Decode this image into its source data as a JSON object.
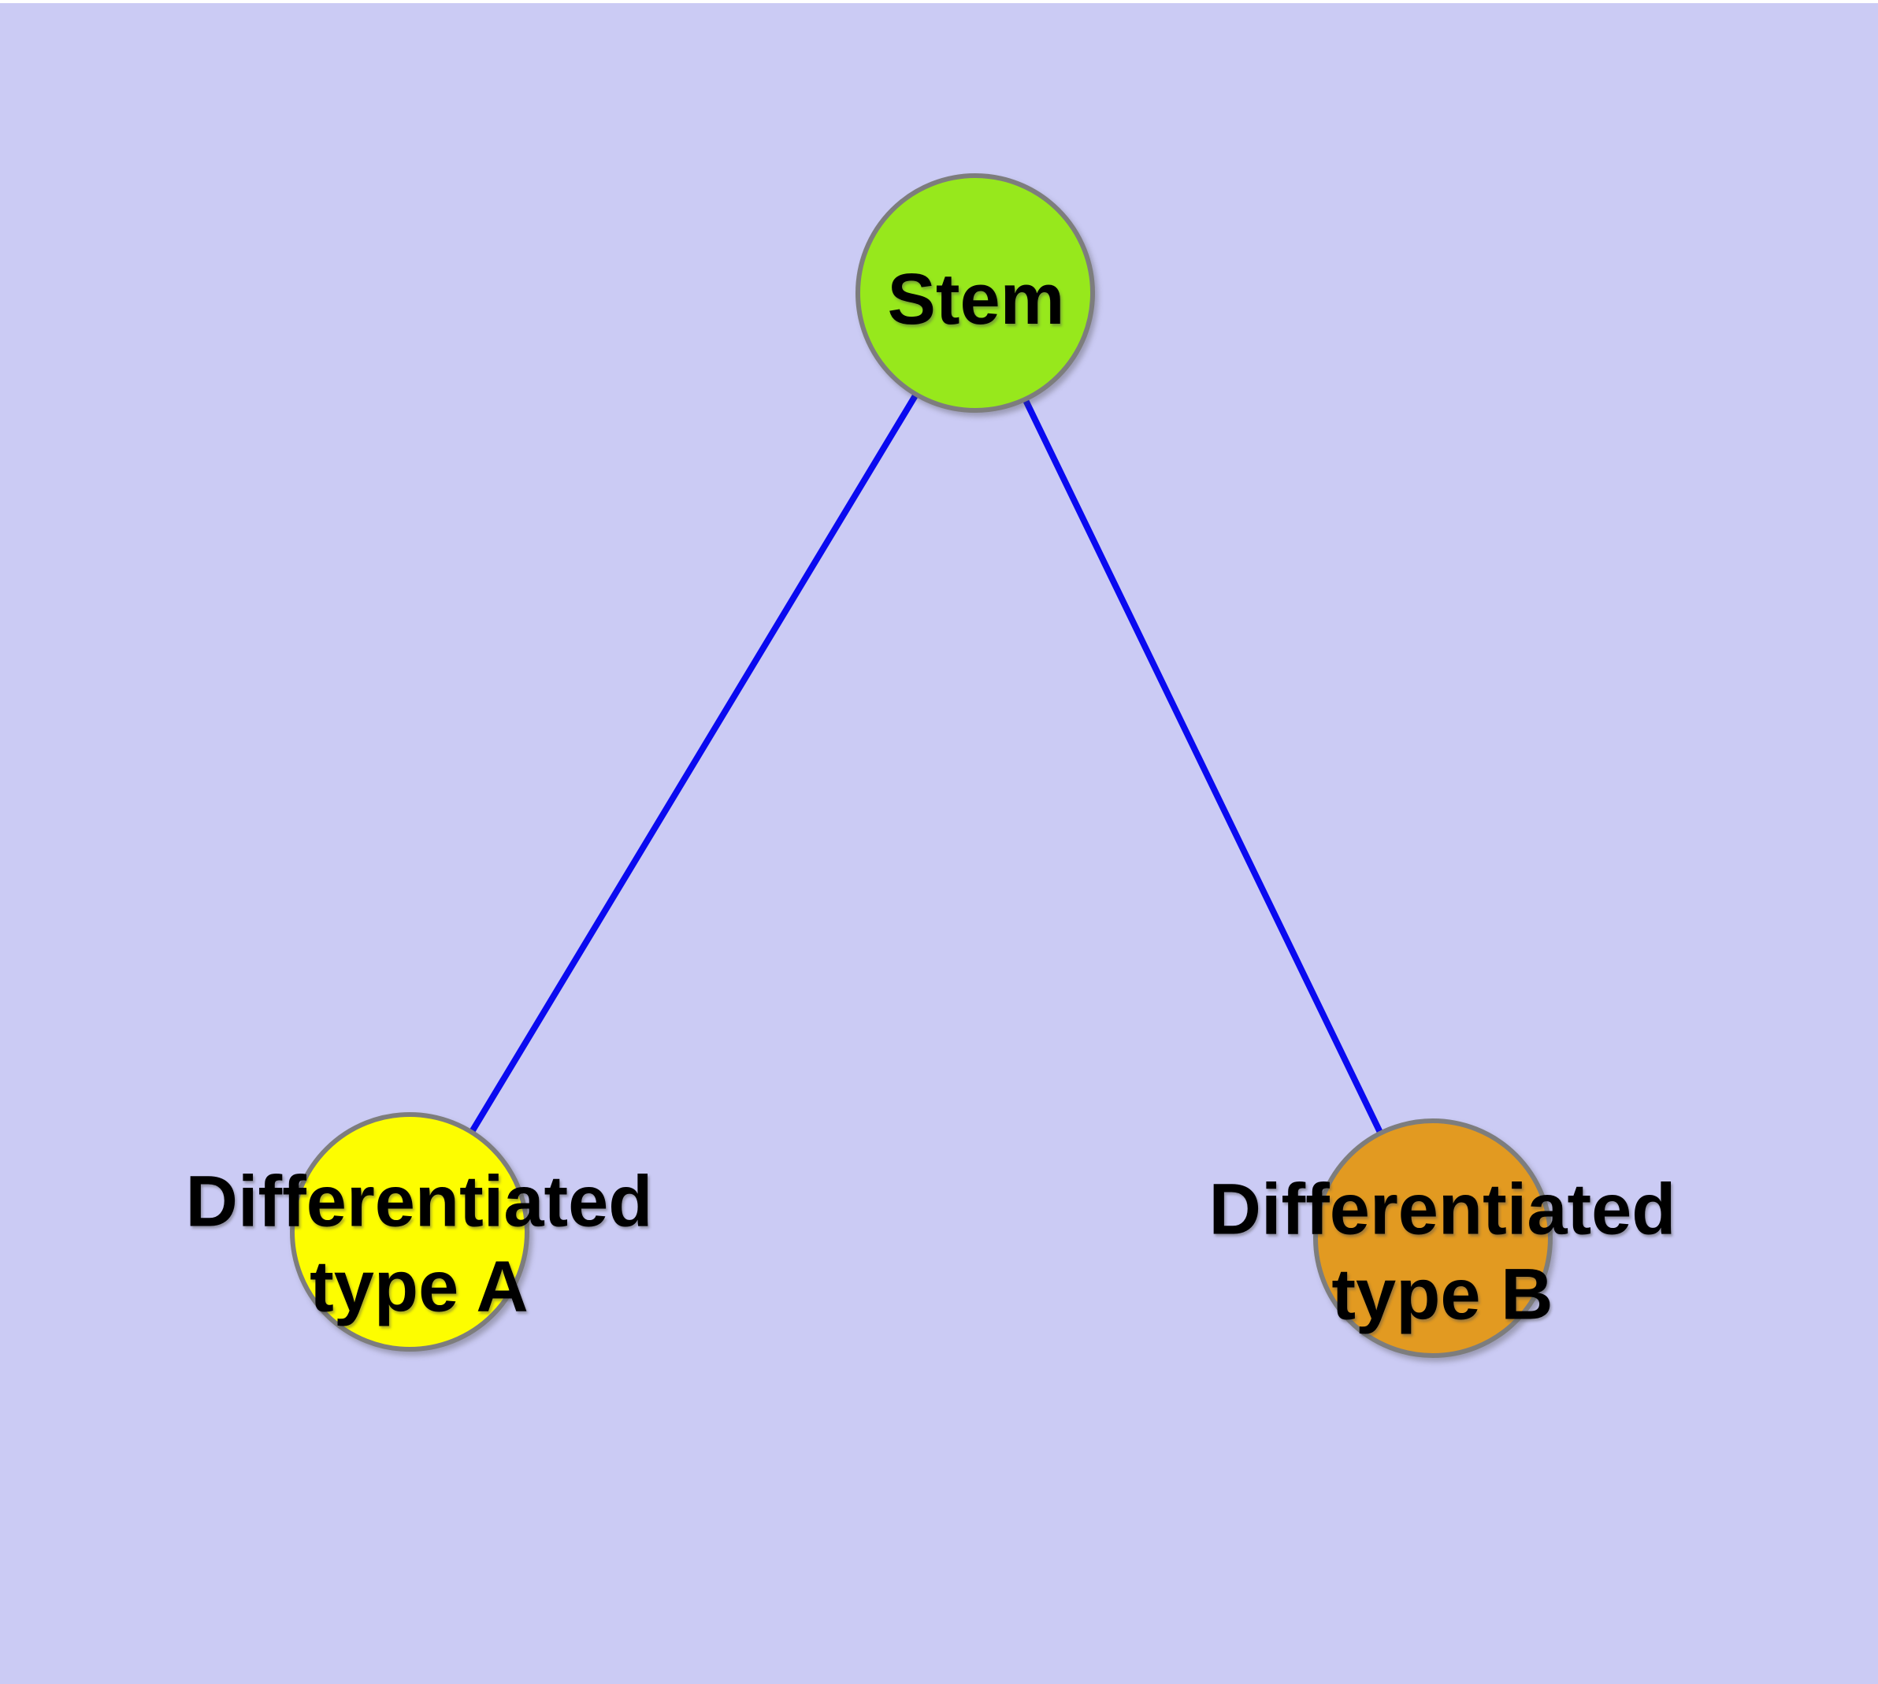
{
  "colors": {
    "page_background": "#ffffff",
    "panel_background": "#cbcbf4",
    "edge": "#0a0af0",
    "node_border": "#7d7d7d",
    "label_text": "#000000",
    "stem_fill": "#97e81c",
    "type_a_fill": "#fdfd00",
    "type_b_fill": "#e29a21"
  },
  "diagram": {
    "type": "node-link-graph",
    "nodes": [
      {
        "id": "stem",
        "label": "Stem",
        "fill": "#97e81c"
      },
      {
        "id": "differentiated-type-a",
        "label": "Differentiated\ntype A",
        "fill": "#fdfd00"
      },
      {
        "id": "differentiated-type-b",
        "label": "Differentiated\ntype B",
        "fill": "#e29a21"
      }
    ],
    "edges": [
      {
        "from": "stem",
        "to": "differentiated-type-a"
      },
      {
        "from": "stem",
        "to": "differentiated-type-b"
      }
    ]
  }
}
